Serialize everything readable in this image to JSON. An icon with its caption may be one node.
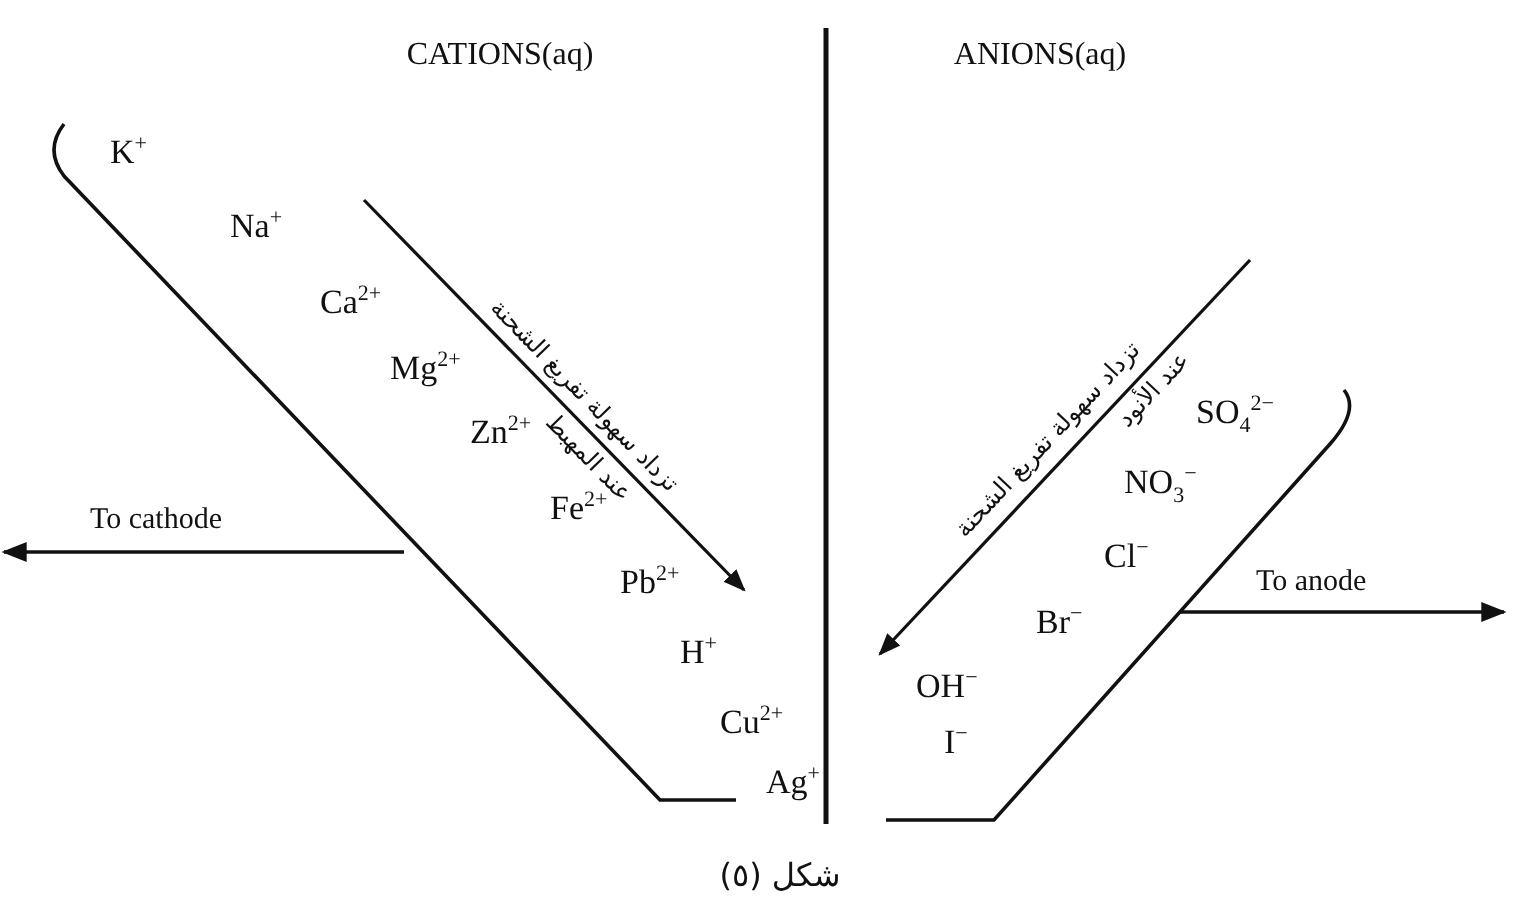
{
  "diagram": {
    "caption": "شكل (٥)",
    "nodes": [
      {
        "text": [
          "K$^{+}$",
          "Na$^{+}$",
          "Ca$^{2+}$",
          "Mg$^{2+}$",
          "Zn$^{2+}$",
          "Fe$^{2+}$",
          "Pb$^{2+}$",
          "H$^{+}$",
          "Cu$^{2+}$",
          "Ag$^{+}$"
        ]
      },
      {
        "text": [
          "SO$_{4}$$^{2−}$",
          "NO$_{3}$$^{−}$",
          "Cl$^{−}$",
          "Br$^{−}$",
          "OH$^{−}$",
          "I$^{−}$"
        ]
      }
    ],
    "edges": [
      {
        "from": 0,
        "to": null,
        "arrow": "to",
        "label": "To cathode"
      },
      {
        "from": 1,
        "to": null,
        "arrow": "to",
        "label": "To anode"
      }
    ],
    "labels": [
      "CATIONS(aq)",
      "ANIONS(aq)",
      "تزداد سهولة تفريغ الشحنة",
      "عند المهبط",
      "تزداد سهولة تفريغ الشحنة",
      "عند الأنود"
    ]
  }
}
